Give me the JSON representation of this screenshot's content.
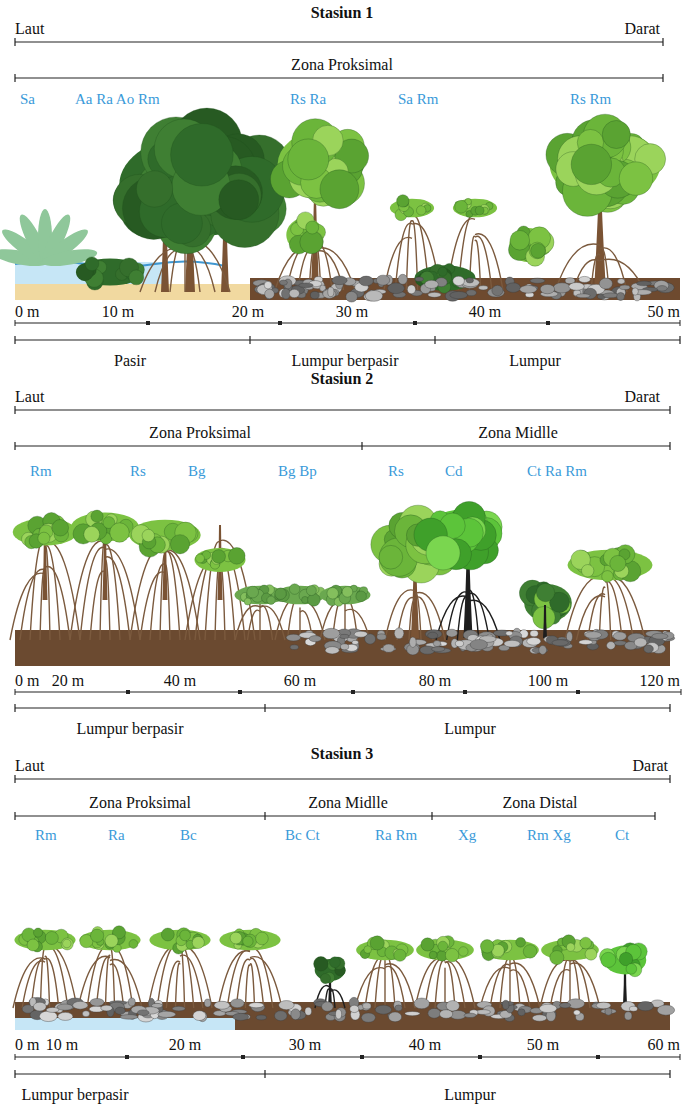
{
  "diagram": {
    "labels": [
      "Stasiun 1",
      "Laut",
      "Darat",
      "Zona Proksimal",
      "Sa",
      "Aa Ra Ao Rm",
      "Rs Ra",
      "Sa Rm",
      "Rs Rm",
      "0 m",
      "10 m",
      "20 m",
      "30 m",
      "40 m",
      "50 m",
      "Pasir",
      "Lumpur berpasir",
      "Lumpur",
      "Stasiun 2",
      "Laut",
      "Darat",
      "Zona Proksimal",
      "Zona Midlle",
      "Rm",
      "Rs",
      "Bg",
      "Bg Bp",
      "Rs",
      "Cd",
      "Ct Ra Rm",
      "0 m",
      "20 m",
      "40 m",
      "60 m",
      "80 m",
      "100 m",
      "120 m",
      "Lumpur berpasir",
      "Lumpur",
      "Stasiun 3",
      "Laut",
      "Darat",
      "Zona Proksimal",
      "Zona Midlle",
      "Zona Distal",
      "Rm",
      "Ra",
      "Bc",
      "Bc Ct",
      "Ra Rm",
      "Xg",
      "Rm Xg",
      "Ct",
      "0 m",
      "10 m",
      "20 m",
      "30 m",
      "40 m",
      "50 m",
      "60 m",
      "Lumpur berpasir",
      "Lumpur"
    ]
  }
}
